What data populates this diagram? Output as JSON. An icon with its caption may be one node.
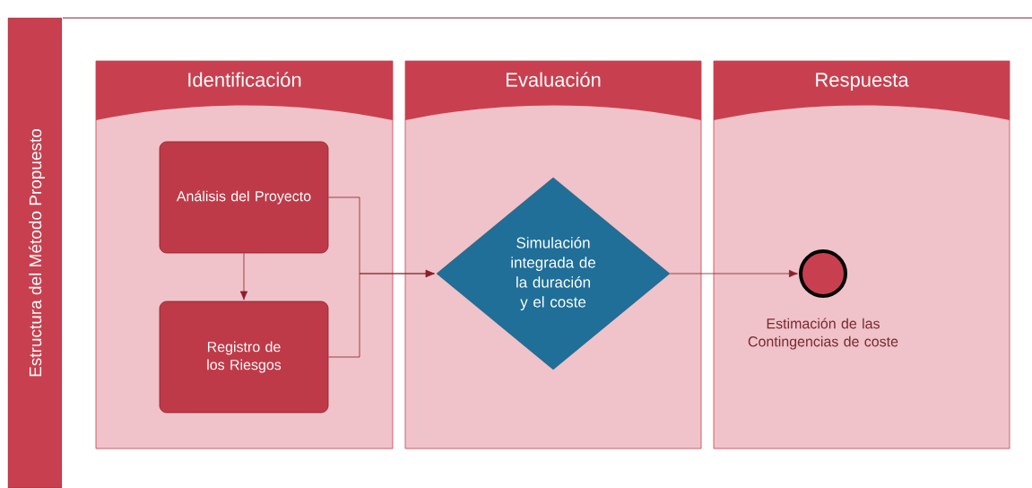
{
  "diagram": {
    "nodes": [
      {
        "text": [
          "Estructura del Método Propuesto"
        ]
      },
      {
        "text": [
          "Identificación"
        ]
      },
      {
        "text": [
          "Evaluación"
        ]
      },
      {
        "text": [
          "Respuesta"
        ]
      },
      {
        "text": [
          "Análisis del Proyecto"
        ],
        "in": 1
      },
      {
        "text": [
          "Registro de los Riesgos"
        ],
        "in": 1
      },
      {
        "text": [
          "Simulación integrada de la duración y el coste"
        ],
        "in": 2
      },
      {
        "text": [],
        "shape": "circle",
        "beside": [
          "Estimación de las Contingencias de coste"
        ],
        "in": 3
      }
    ],
    "edges": [
      {
        "from": 4,
        "to": 5,
        "arrow": "to"
      },
      {
        "from": 4,
        "to": 6,
        "arrow": "to"
      },
      {
        "from": 5,
        "to": 6,
        "arrow": "to"
      },
      {
        "from": 6,
        "to": 7,
        "arrow": "to"
      }
    ]
  }
}
